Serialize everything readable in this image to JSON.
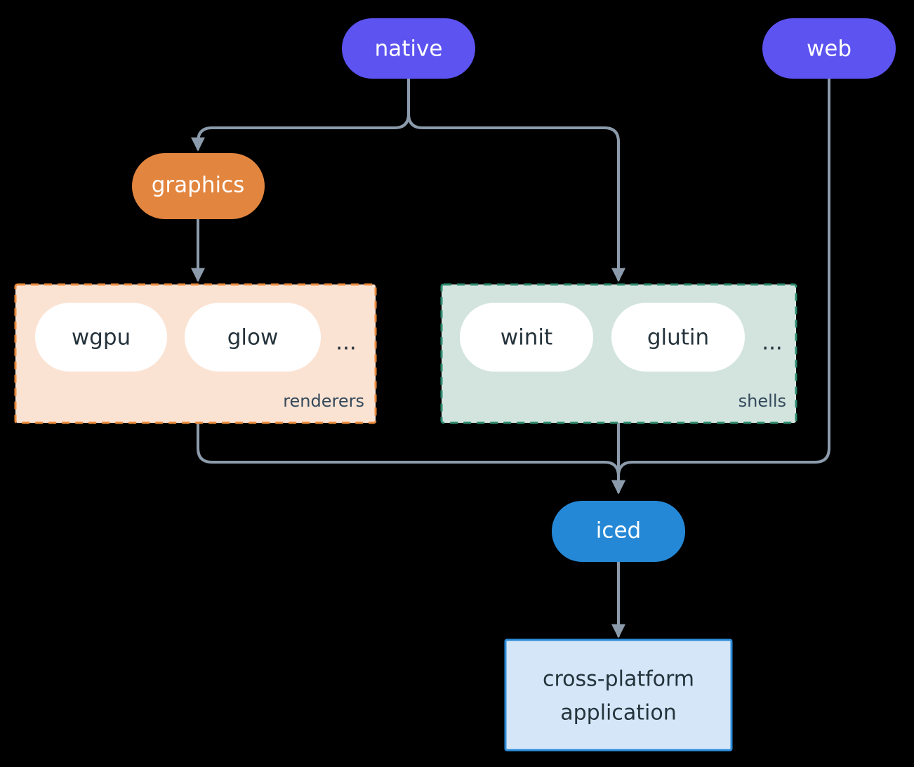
{
  "diagram": {
    "type": "architecture-flow",
    "background_color": "#000000",
    "edge_color": "#8c9bab",
    "nodes": {
      "native": {
        "label": "native",
        "shape": "pill",
        "fill": "#5c53f0",
        "text_color": "#ffffff"
      },
      "web": {
        "label": "web",
        "shape": "pill",
        "fill": "#5c53f0",
        "text_color": "#ffffff"
      },
      "graphics": {
        "label": "graphics",
        "shape": "pill",
        "fill": "#e2853e",
        "text_color": "#ffffff"
      },
      "iced": {
        "label": "iced",
        "shape": "pill",
        "fill": "#2588d6",
        "text_color": "#ffffff"
      },
      "application": {
        "line1": "cross-platform",
        "line2": "application",
        "shape": "rectangle",
        "fill": "#d4e6f8",
        "border_color": "#2b8ad8",
        "text_color": "#25333c"
      }
    },
    "groups": {
      "renderers": {
        "caption": "renderers",
        "fill": "#fbe3d3",
        "border_color": "#ec8b3c",
        "border_style": "dashed",
        "items": [
          {
            "label": "wgpu",
            "fill": "#ffffff",
            "text_color": "#25333c"
          },
          {
            "label": "glow",
            "fill": "#ffffff",
            "text_color": "#25333c"
          }
        ],
        "overflow": "..."
      },
      "shells": {
        "caption": "shells",
        "fill": "#d3e4de",
        "border_color": "#2e8b6f",
        "border_style": "dashed",
        "items": [
          {
            "label": "winit",
            "fill": "#ffffff",
            "text_color": "#25333c"
          },
          {
            "label": "glutin",
            "fill": "#ffffff",
            "text_color": "#25333c"
          }
        ],
        "overflow": "..."
      }
    },
    "edges": [
      {
        "from": "native",
        "to": "graphics",
        "arrow": true
      },
      {
        "from": "native",
        "to": "shells",
        "arrow": true
      },
      {
        "from": "graphics",
        "to": "renderers",
        "arrow": true
      },
      {
        "from": "renderers",
        "to": "iced",
        "arrow": true
      },
      {
        "from": "shells",
        "to": "iced",
        "arrow": true
      },
      {
        "from": "web",
        "to": "iced",
        "arrow": true
      },
      {
        "from": "iced",
        "to": "application",
        "arrow": true
      }
    ]
  }
}
